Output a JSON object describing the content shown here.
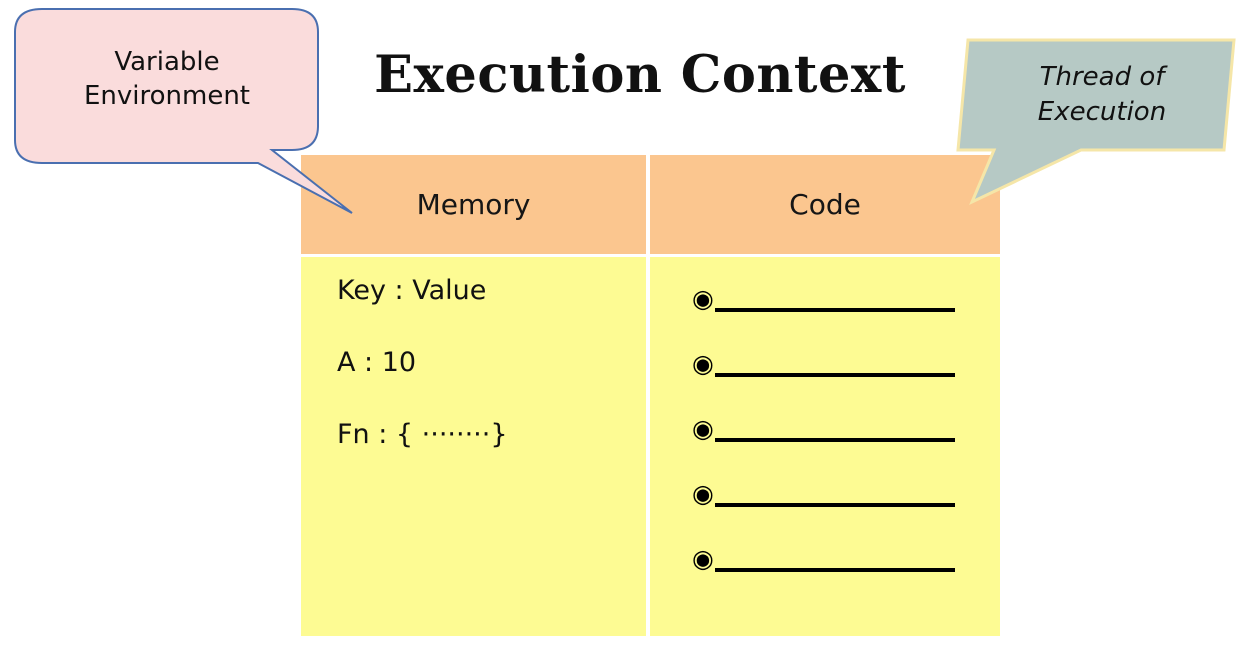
{
  "slide": {
    "title": "Execution Context",
    "background_color": "#ffffff"
  },
  "callouts": {
    "variable_environment": {
      "name": "Variable Environment",
      "line1": "Variable",
      "line2": "Environment",
      "fill_color": "#fadcdc",
      "border_color": "#4a6fb0",
      "points_to": "Memory"
    },
    "thread_of_execution": {
      "name": "Thread of Execution",
      "line1": "Thread of",
      "line2": "Execution",
      "fill_color": "#b6c9c5",
      "border_color": "#f5e6a8",
      "points_to": "Code"
    }
  },
  "table": {
    "header_color": "#fbc68f",
    "body_color": "#fdfb93",
    "columns": [
      {
        "id": "memory",
        "header": "Memory"
      },
      {
        "id": "code",
        "header": "Code"
      }
    ],
    "memory_entries": [
      "Key : Value",
      "A : 10",
      "Fn : { ········}"
    ],
    "code_entries": [
      {
        "bullet": "circled-dot-icon",
        "glyph": "◉",
        "rule": "______________"
      },
      {
        "bullet": "circled-dot-icon",
        "glyph": "◉",
        "rule": "______________"
      },
      {
        "bullet": "circled-dot-icon",
        "glyph": "◉",
        "rule": "______________"
      },
      {
        "bullet": "circled-dot-icon",
        "glyph": "◉",
        "rule": "______________"
      },
      {
        "bullet": "circled-dot-icon",
        "glyph": "◉",
        "rule": "______________"
      }
    ]
  }
}
